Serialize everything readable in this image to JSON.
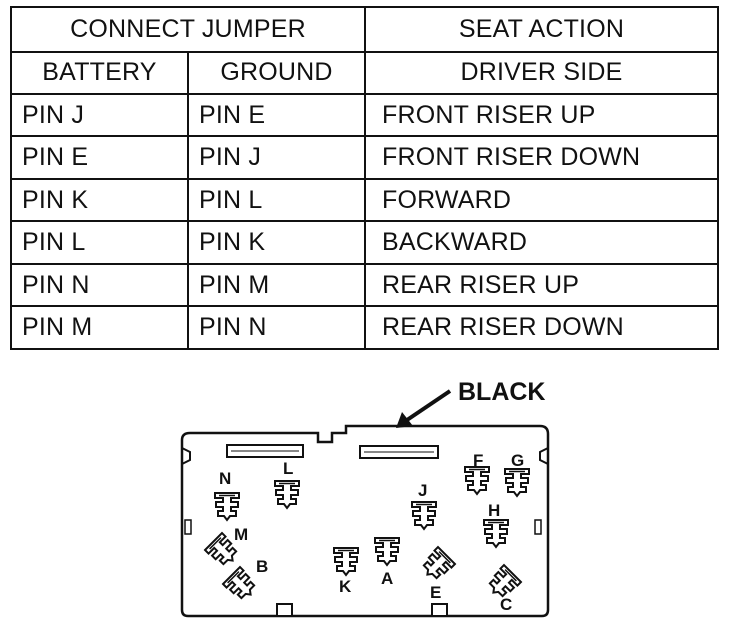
{
  "table": {
    "header": {
      "connect_jumper": "CONNECT JUMPER",
      "seat_action": "SEAT ACTION",
      "battery": "BATTERY",
      "ground": "GROUND",
      "driver_side": "DRIVER SIDE"
    },
    "rows": [
      {
        "battery": "PIN J",
        "ground": "PIN E",
        "action": "FRONT RISER UP"
      },
      {
        "battery": "PIN E",
        "ground": "PIN J",
        "action": "FRONT RISER DOWN"
      },
      {
        "battery": "PIN K",
        "ground": "PIN L",
        "action": "FORWARD"
      },
      {
        "battery": "PIN L",
        "ground": "PIN K",
        "action": "BACKWARD"
      },
      {
        "battery": "PIN N",
        "ground": "PIN M",
        "action": "REAR RISER UP"
      },
      {
        "battery": "PIN M",
        "ground": "PIN N",
        "action": "REAR RISER DOWN"
      }
    ]
  },
  "connector": {
    "callout": "BLACK",
    "pins": [
      {
        "label": "N",
        "angle": 0
      },
      {
        "label": "L",
        "angle": 0
      },
      {
        "label": "M",
        "angle": -45
      },
      {
        "label": "B",
        "angle": -45
      },
      {
        "label": "K",
        "angle": 0
      },
      {
        "label": "A",
        "angle": 0
      },
      {
        "label": "J",
        "angle": 0
      },
      {
        "label": "E",
        "angle": 45
      },
      {
        "label": "F",
        "angle": 0
      },
      {
        "label": "G",
        "angle": 0
      },
      {
        "label": "H",
        "angle": 0
      },
      {
        "label": "C",
        "angle": 45
      }
    ]
  }
}
